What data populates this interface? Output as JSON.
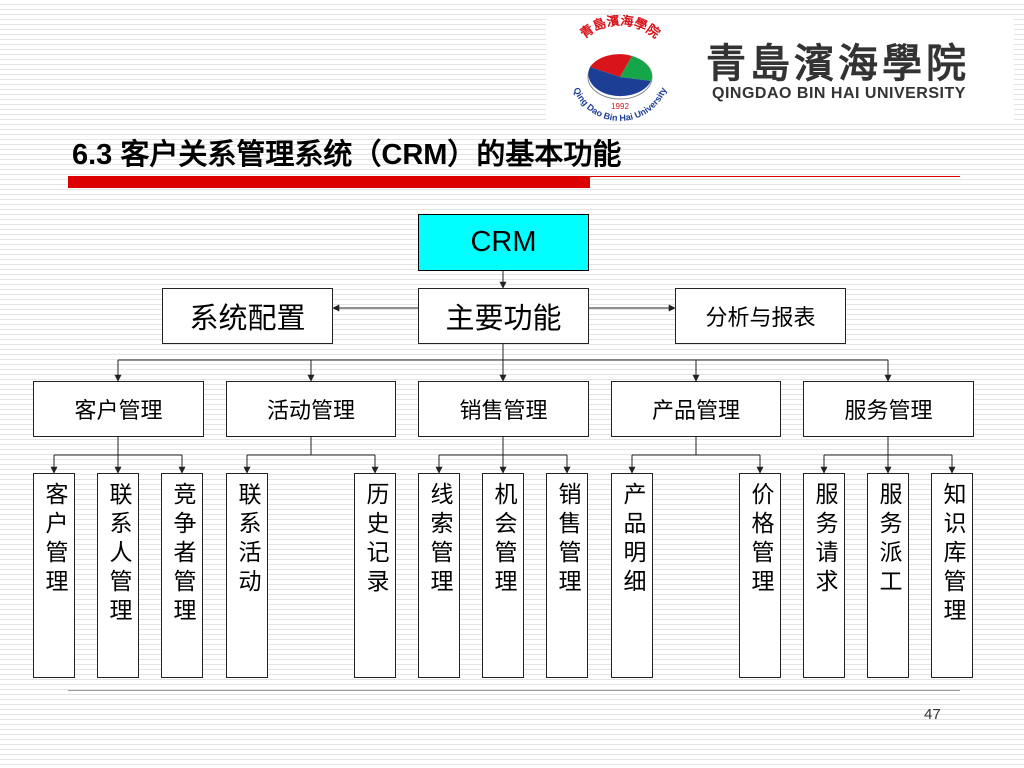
{
  "header": {
    "logo_cn": "青島濱海學院",
    "logo_en": "QINGDAO BIN HAI UNIVERSITY",
    "seal_text": "青島濱海學院",
    "seal_ring": "Qing Dao Bin Hai University",
    "seal_year": "1992"
  },
  "slide": {
    "title": "6.3 客户关系管理系统（CRM）的基本功能",
    "page_number": "47"
  },
  "diagram": {
    "root": "CRM",
    "left": "系统配置",
    "center": "主要功能",
    "right": "分析与报表",
    "modules": [
      {
        "label": "客户管理",
        "children": [
          "客户管理",
          "联系人管理",
          "竞争者管理"
        ]
      },
      {
        "label": "活动管理",
        "children": [
          "联系活动",
          "历史记录"
        ]
      },
      {
        "label": "销售管理",
        "children": [
          "线索管理",
          "机会管理",
          "销售管理"
        ]
      },
      {
        "label": "产品管理",
        "children": [
          "产品明细",
          "价格管理"
        ]
      },
      {
        "label": "服务管理",
        "children": [
          "服务请求",
          "服务派工",
          "知识库管理"
        ]
      }
    ]
  },
  "colors": {
    "root_fill": "#00ffff",
    "accent_red": "#dd0000",
    "seal_red": "#d9141b",
    "seal_blue": "#1c3f95",
    "seal_green": "#16a64a"
  }
}
